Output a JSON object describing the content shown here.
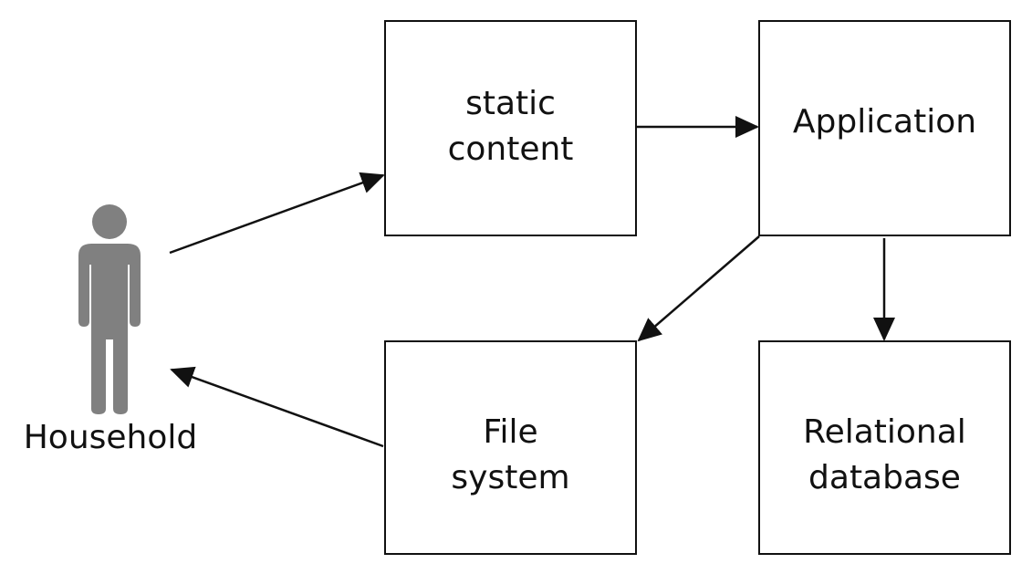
{
  "actor": {
    "label": "Household",
    "icon": "person-icon",
    "color": "#808080"
  },
  "nodes": {
    "static_content": {
      "label": "static\ncontent"
    },
    "application": {
      "label": "Application"
    },
    "file_system": {
      "label": "File\nsystem"
    },
    "relational_database": {
      "label": "Relational\ndatabase"
    }
  },
  "edges": [
    {
      "from": "Household",
      "to": "static content"
    },
    {
      "from": "static content",
      "to": "Application"
    },
    {
      "from": "Application",
      "to": "File system"
    },
    {
      "from": "Application",
      "to": "Relational database"
    },
    {
      "from": "File system",
      "to": "Household"
    }
  ],
  "colors": {
    "stroke": "#111111",
    "figure": "#808080",
    "background": "#ffffff"
  }
}
